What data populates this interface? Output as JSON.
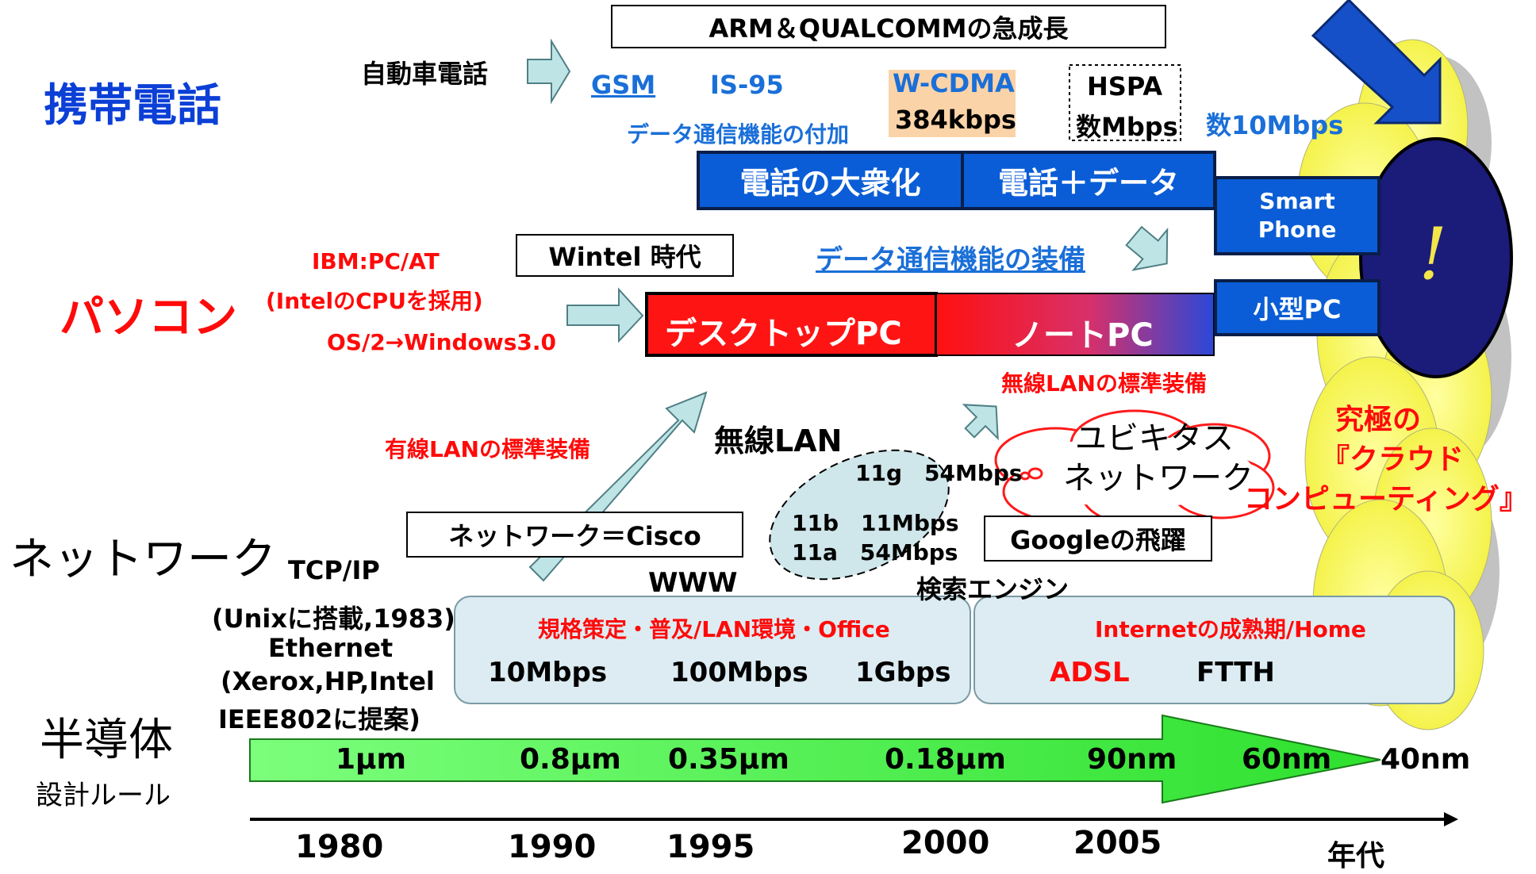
{
  "top_box": "ARM＆QUALCOMMの急成長",
  "rows": {
    "mobile": "携帯電話",
    "pc": "パソコン",
    "network": "ネットワーク",
    "semi": "半導体",
    "semi_sub": "設計ルール"
  },
  "mobile": {
    "car_phone": "自動車電話",
    "gsm": "GSM",
    "is95": "IS-95",
    "wcdma": "W-CDMA",
    "wcdma_speed": "384kbps",
    "hspa": "HSPA",
    "hspa_speed": "数Mbps",
    "speed10": "数10Mbps",
    "data_add": "データ通信機能の付加",
    "bar1": "電話の大衆化",
    "bar2": "電話＋データ",
    "smart1": "Smart",
    "smart2": "Phone"
  },
  "pc": {
    "ibm": "IBM:PC/AT",
    "intel_cpu": "(IntelのCPUを採用)",
    "os": "OS/2→Windows3.0",
    "wintel": "Wintel 時代",
    "data_equip": "データ通信機能の装備",
    "desktop": "デスクトップPC",
    "note": "ノートPC",
    "small": "小型PC",
    "wlan_std": "無線LANの標準装備"
  },
  "network": {
    "wired_lan": "有線LANの標準装備",
    "wireless_lan": "無線LAN",
    "w11g": "11g　54Mbps",
    "w11b": "11b　11Mbps",
    "w11a": "11a　54Mbps",
    "cisco": "ネットワーク＝Cisco",
    "google": "Googleの飛躍",
    "search": "検索エンジン",
    "www": "WWW",
    "tcpip": "TCP/IP",
    "unix": "(Unixに搭載,1983)",
    "ethernet": "Ethernet",
    "xerox": "(Xerox,HP,Intel",
    "ieee": "IEEE802に提案)",
    "ubi1": "ユビキタス",
    "ubi2": "ネットワーク",
    "era1_title": "規格策定・普及/LAN環境・Office",
    "era1_s1": "10Mbps",
    "era1_s2": "100Mbps",
    "era1_s3": "1Gbps",
    "era2_title": "Internetの成熟期/Home",
    "era2_adsl": "ADSL",
    "era2_ftth": "FTTH"
  },
  "cloud": {
    "excl": "!",
    "line1": "究極の",
    "line2": "『クラウド",
    "line3": "コンピューティング』"
  },
  "semi_rules": [
    "1μm",
    "0.8μm",
    "0.35μm",
    "0.18μm",
    "90nm",
    "60nm",
    "40nm"
  ],
  "years": [
    "1980",
    "1990",
    "1995",
    "2000",
    "2005"
  ],
  "year_unit": "年代",
  "colors": {
    "title_blue": "#0b3fd6",
    "red": "#ff0a0a",
    "bar_blue": "#0a5dd6",
    "arrow_cyan": "#b7e3e6",
    "green": "#3cf23c",
    "cloud_yellow": "#f7f545"
  }
}
